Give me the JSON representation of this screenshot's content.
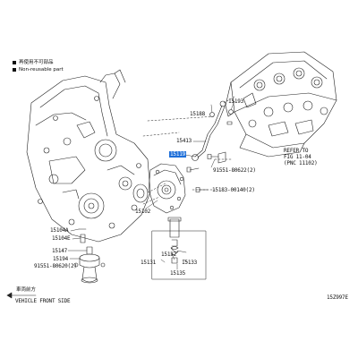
{
  "legend": {
    "non_reusable_cn": "再使用不可部品",
    "non_reusable_en": "Non-reusable part"
  },
  "parts": {
    "p15193": "15193",
    "p15188": "15188",
    "p15413": "15413",
    "p15119": "15119",
    "p91551_80622": "91551-80622(2)",
    "p15183_00140": "15183-00140(2)",
    "p15102": "15102",
    "p15104a": "15104A",
    "p15104e": "15104E",
    "p15147": "15147",
    "p15194": "15194",
    "p91551_80620": "91551-80620(2)",
    "p15132": "15132",
    "p15133": "15133",
    "p15131": "15131",
    "p15135": "15135"
  },
  "refer": {
    "line1": "REFER TO",
    "line2": "FIG 11-04",
    "line3": "(PNC 11102)"
  },
  "front": {
    "cn": "車両前方",
    "en": "VEHICLE FRONT SIDE"
  },
  "fig_code": "15Z997E",
  "highlight_color": "#1e6fd9"
}
